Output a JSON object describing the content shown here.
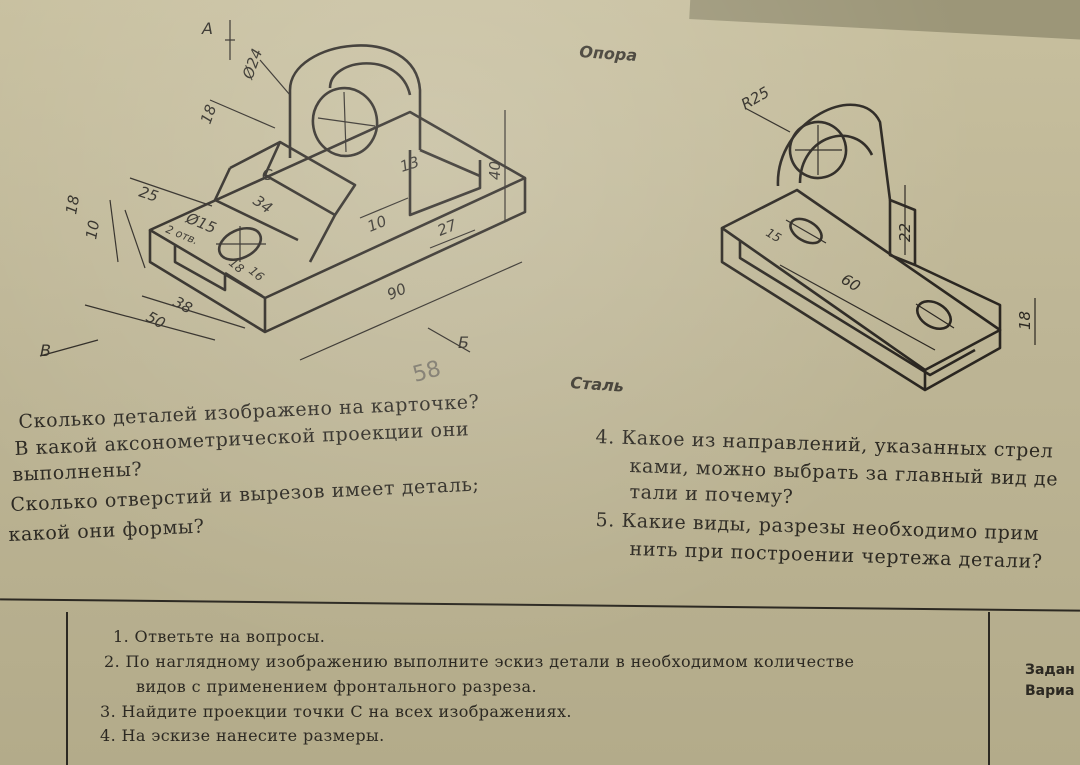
{
  "labels": {
    "support": "Опора",
    "steel": "Сталь",
    "handwritten": "58"
  },
  "part1_dimensions": [
    "Ø24",
    "18",
    "13",
    "40",
    "25",
    "C",
    "18",
    "10",
    "Ø15",
    "2 отв.",
    "34",
    "10",
    "27",
    "16",
    "18",
    "38",
    "50",
    "90"
  ],
  "part1_arrows": {
    "a": "А",
    "b": "Б",
    "v": "В"
  },
  "part2_dimensions": [
    "R25",
    "22",
    "15",
    "60",
    "18"
  ],
  "questions": {
    "q1": "Сколько деталей изображено на карточке?",
    "q2_line1": "В какой аксонометрической проекции они",
    "q2_line2": "выполнены?",
    "q3_line1": "Сколько отверстий и вырезов имеет деталь;",
    "q3_line2": "какой они формы?",
    "q4_line1": "4. Какое из направлений, указанных стрел",
    "q4_line2": "ками, можно выбрать за главный вид де",
    "q4_line3": "тали и почему?",
    "q5_line1": "5. Какие виды, разрезы необходимо прим",
    "q5_line2": "нить при построении чертежа детали?"
  },
  "tasks": [
    "1. Ответьте на вопросы.",
    "2. По наглядному изображению выполните эскиз детали в необходимом количестве",
    "видов с применением фронтального разреза.",
    "3. Найдите проекции точки C на всех изображениях.",
    "4. На эскизе нанесите размеры."
  ],
  "side": {
    "line1": "Задан",
    "line2": "Вариа"
  }
}
